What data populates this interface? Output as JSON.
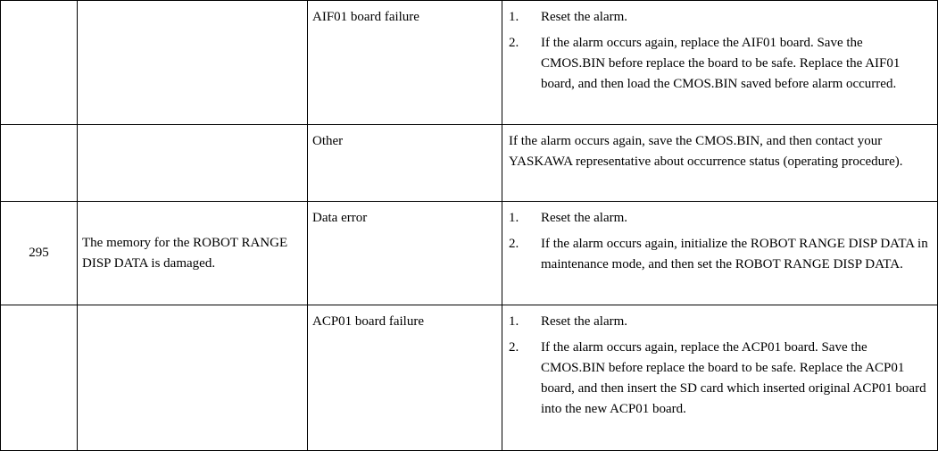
{
  "table": {
    "rows": [
      {
        "number": "",
        "description": "",
        "cause": "AIF01 board failure",
        "remedy_steps": [
          {
            "num": "1.",
            "text": "Reset the alarm."
          },
          {
            "num": "2.",
            "text": "If the alarm occurs again, replace the AIF01 board. Save the CMOS.BIN before replace the board to be safe. Replace the AIF01 board, and then load the CMOS.BIN saved before alarm occurred."
          }
        ]
      },
      {
        "number": "",
        "description": "",
        "cause": "Other",
        "remedy_text": "If the alarm occurs again, save the CMOS.BIN, and then contact your YASKAWA representative about occurrence status (operating procedure)."
      },
      {
        "number": "295",
        "description": "The memory for the ROBOT RANGE DISP DATA is damaged.",
        "cause": "Data error",
        "remedy_steps": [
          {
            "num": "1.",
            "text": "Reset the alarm."
          },
          {
            "num": "2.",
            "text": "If the alarm occurs again, initialize the ROBOT RANGE DISP DATA in maintenance mode, and then set the ROBOT RANGE DISP DATA."
          }
        ]
      },
      {
        "number": "",
        "description": "",
        "cause": "ACP01 board failure",
        "remedy_steps": [
          {
            "num": "1.",
            "text": "Reset the alarm."
          },
          {
            "num": "2.",
            "text": "If the alarm occurs again, replace the ACP01 board. Save the CMOS.BIN before replace the board to be safe. Replace the ACP01 board, and then insert the SD card which inserted original ACP01 board into the new ACP01 board."
          }
        ]
      }
    ]
  }
}
